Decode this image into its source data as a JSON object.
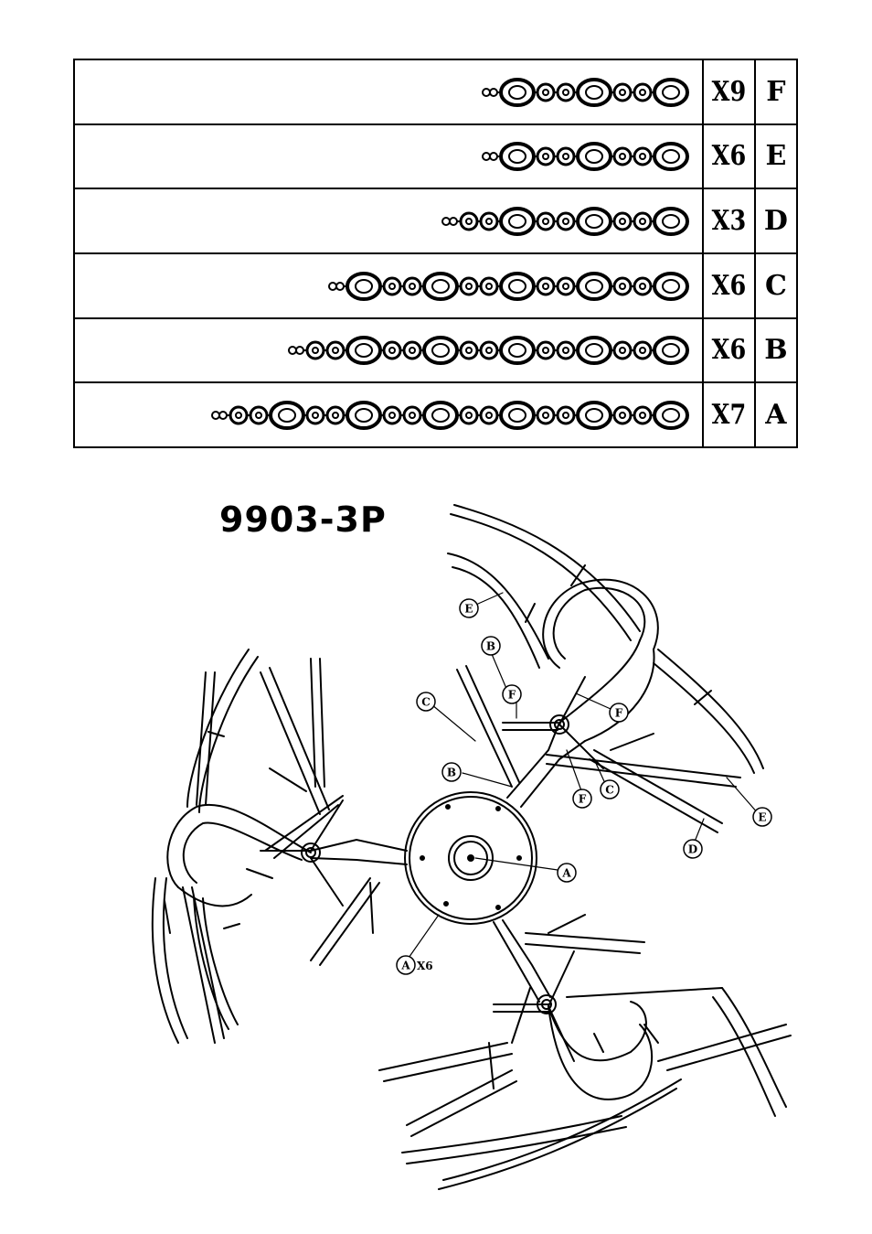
{
  "chain_table": {
    "rows": [
      {
        "qty": "X9",
        "letter": "F",
        "small": 1,
        "beads": [
          "B",
          "s",
          "s",
          "B",
          "s",
          "s",
          "B"
        ]
      },
      {
        "qty": "X6",
        "letter": "E",
        "small": 1,
        "beads": [
          "B",
          "s",
          "s",
          "B",
          "s",
          "s",
          "B"
        ]
      },
      {
        "qty": "X3",
        "letter": "D",
        "small": 1,
        "beads": [
          "s",
          "s",
          "B",
          "s",
          "s",
          "B",
          "s",
          "s",
          "B"
        ]
      },
      {
        "qty": "X6",
        "letter": "C",
        "small": 1,
        "beads": [
          "B",
          "s",
          "s",
          "B",
          "s",
          "s",
          "B",
          "s",
          "s",
          "B",
          "s",
          "s",
          "B"
        ]
      },
      {
        "qty": "X6",
        "letter": "B",
        "small": 1,
        "beads": [
          "s",
          "s",
          "B",
          "s",
          "s",
          "B",
          "s",
          "s",
          "B",
          "s",
          "s",
          "B",
          "s",
          "s",
          "B"
        ]
      },
      {
        "qty": "X7",
        "letter": "A",
        "small": 1,
        "beads": [
          "s",
          "s",
          "B",
          "s",
          "s",
          "B",
          "s",
          "s",
          "B",
          "s",
          "s",
          "B",
          "s",
          "s",
          "B",
          "s",
          "s",
          "B"
        ]
      }
    ]
  },
  "model_title": "9903-3P",
  "callouts": [
    {
      "letter": "E"
    },
    {
      "letter": "B"
    },
    {
      "letter": "C"
    },
    {
      "letter": "F"
    },
    {
      "letter": "F"
    },
    {
      "letter": "B"
    },
    {
      "letter": "F"
    },
    {
      "letter": "C"
    },
    {
      "letter": "E"
    },
    {
      "letter": "D"
    },
    {
      "letter": "A"
    },
    {
      "letter": "A"
    }
  ],
  "center_suffix": "X6"
}
